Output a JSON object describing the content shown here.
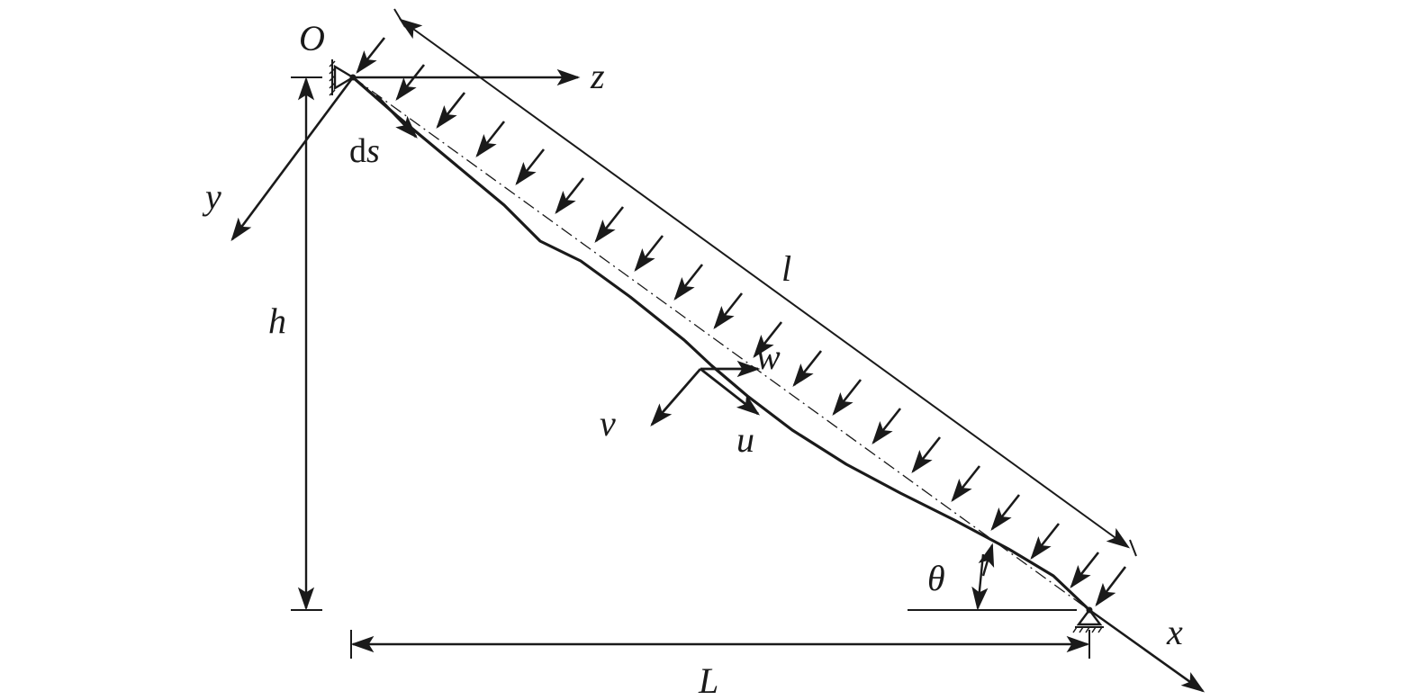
{
  "labels": {
    "origin": "O",
    "axis_z": "z",
    "axis_y": "y",
    "axis_x": "x",
    "ds_prefix": "d",
    "ds_var": "s",
    "chord_length": "l",
    "height": "h",
    "span": "L",
    "angle": "θ",
    "disp_u": "u",
    "disp_v": "v",
    "disp_w": "w"
  },
  "colors": {
    "ink": "#1a1a1a",
    "background": "#ffffff"
  }
}
